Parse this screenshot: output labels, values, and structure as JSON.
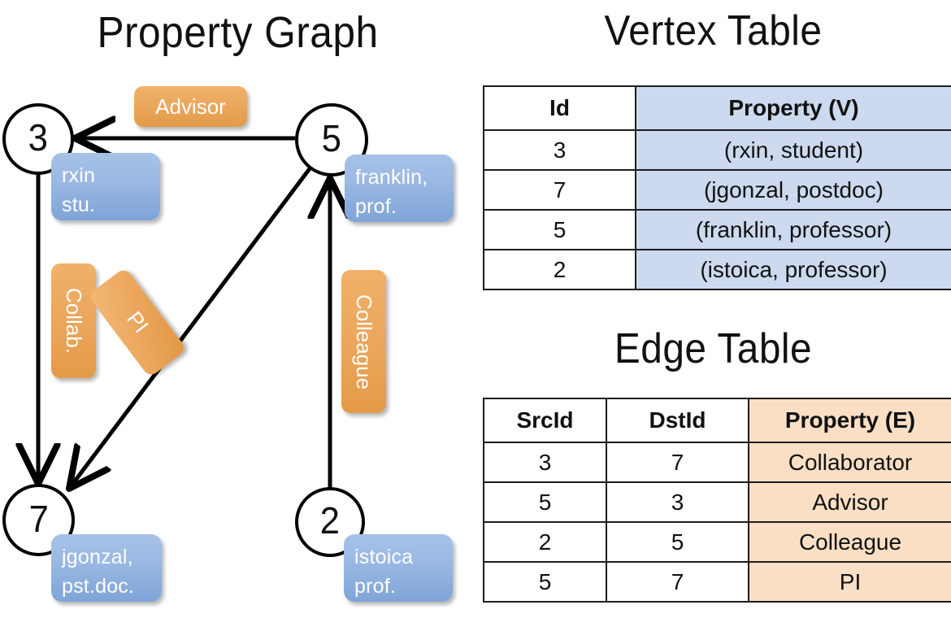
{
  "titles": {
    "property_graph": "Property Graph",
    "vertex_table": "Vertex Table",
    "edge_table": "Edge Table"
  },
  "graph": {
    "nodes": [
      {
        "id": "3",
        "property_label": "rxin\nstu.",
        "name": "rxin",
        "role": "stu."
      },
      {
        "id": "5",
        "property_label": "franklin,\nprof.",
        "name": "franklin,",
        "role": "prof."
      },
      {
        "id": "7",
        "property_label": "jgonzal,\npst.doc.",
        "name": "jgonzal,",
        "role": "pst.doc."
      },
      {
        "id": "2",
        "property_label": "istoica\nprof.",
        "name": "istoica",
        "role": "prof."
      }
    ],
    "edges": [
      {
        "from": "5",
        "to": "3",
        "label": "Advisor"
      },
      {
        "from": "3",
        "to": "7",
        "label": "Collab."
      },
      {
        "from": "5",
        "to": "7",
        "label": "PI"
      },
      {
        "from": "2",
        "to": "5",
        "label": "Colleague"
      }
    ]
  },
  "vertex_table": {
    "headers": [
      "Id",
      "Property (V)"
    ],
    "rows": [
      {
        "id": "3",
        "property": "(rxin, student)"
      },
      {
        "id": "7",
        "property": "(jgonzal, postdoc)"
      },
      {
        "id": "5",
        "property": "(franklin, professor)"
      },
      {
        "id": "2",
        "property": "(istoica, professor)"
      }
    ]
  },
  "edge_table": {
    "headers": [
      "SrcId",
      "DstId",
      "Property (E)"
    ],
    "rows": [
      {
        "src": "3",
        "dst": "7",
        "property": "Collaborator"
      },
      {
        "src": "5",
        "dst": "3",
        "property": "Advisor"
      },
      {
        "src": "2",
        "dst": "5",
        "property": "Colleague"
      },
      {
        "src": "5",
        "dst": "7",
        "property": "PI"
      }
    ]
  },
  "colors": {
    "vertex_fill": "#ccd9ee",
    "edge_fill": "#fadfc5",
    "node_box_blue": "#9ab9e3",
    "edge_label_orange": "#eba85e",
    "stroke": "#000000"
  }
}
